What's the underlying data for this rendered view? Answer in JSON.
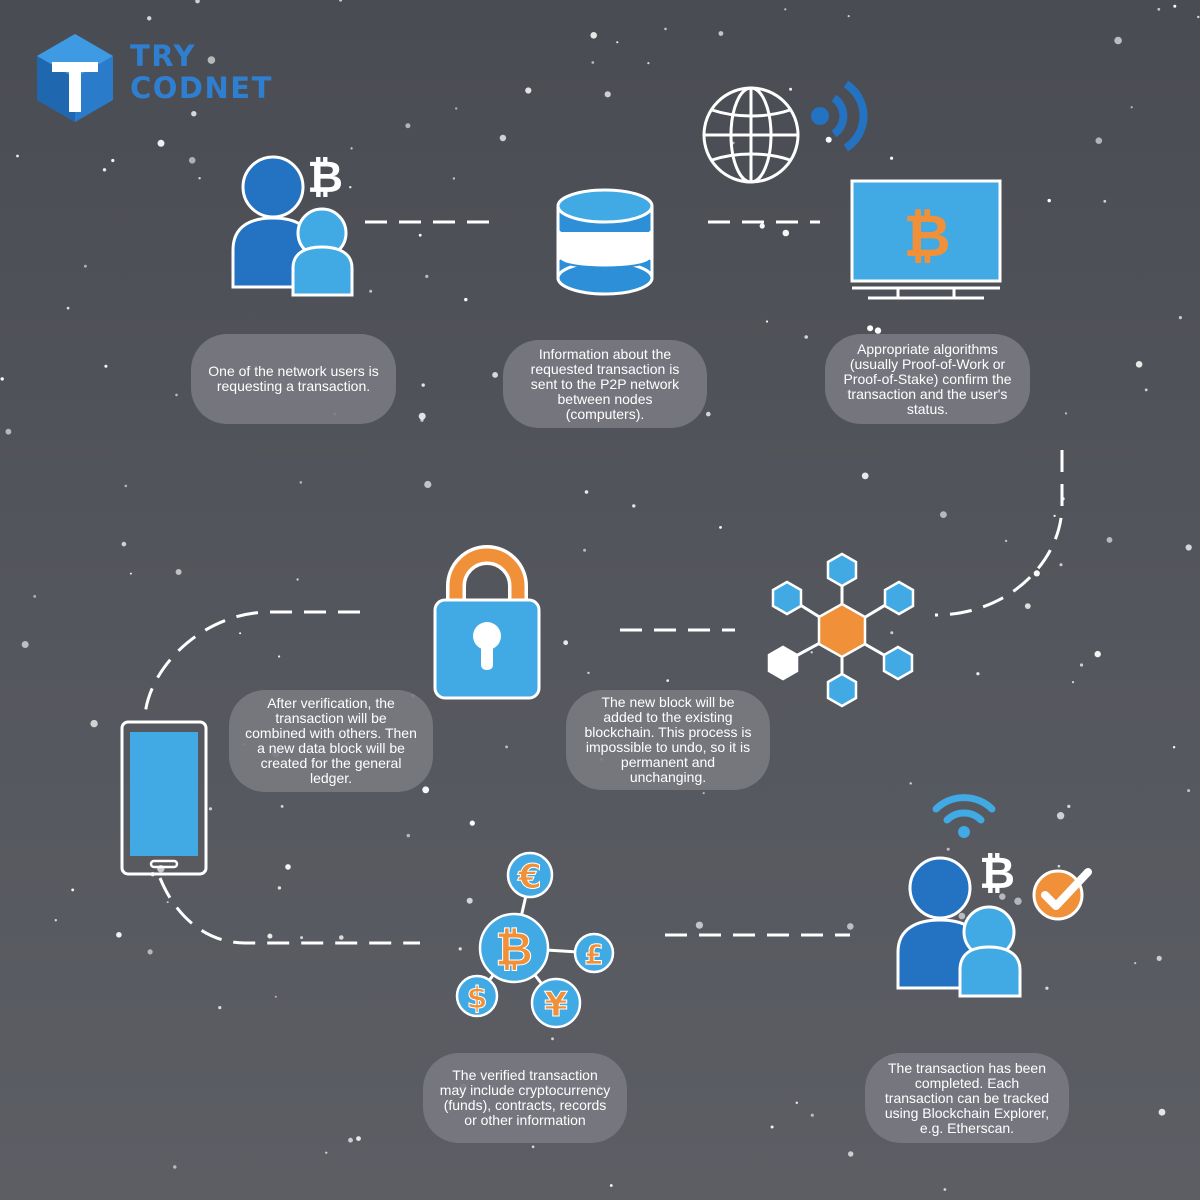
{
  "brand": {
    "line1": "TRY",
    "line2": "CODNET"
  },
  "steps": [
    {
      "text": "One of the network users is requesting a transaction."
    },
    {
      "text": "Information about the requested transaction is sent to the P2P network between nodes (computers)."
    },
    {
      "text": "Appropriate algorithms (usually Proof-of-Work or Proof-of-Stake) confirm the transaction and the user's status."
    },
    {
      "text": "After verification, the transaction will be combined with others. Then a new data block will be created for the general ledger."
    },
    {
      "text": "The new block will be added to the existing blockchain. This process is impossible to undo, so it is permanent and unchanging."
    },
    {
      "text": "The verified transaction may include cryptocurrency (funds), contracts, records or other information"
    },
    {
      "text": "The transaction has been completed. Each transaction can be tracked using Blockchain Explorer, e.g. Etherscan."
    }
  ],
  "symbols": {
    "bitcoin": "₿",
    "euro": "€",
    "pound": "£",
    "dollar": "$",
    "yen": "¥"
  },
  "colors": {
    "background": "#4f5157",
    "blue_dark": "#2472c2",
    "blue_light": "#41a9e3",
    "orange": "#f0913a",
    "white": "#ffffff",
    "bubble": "#7a7c80"
  }
}
